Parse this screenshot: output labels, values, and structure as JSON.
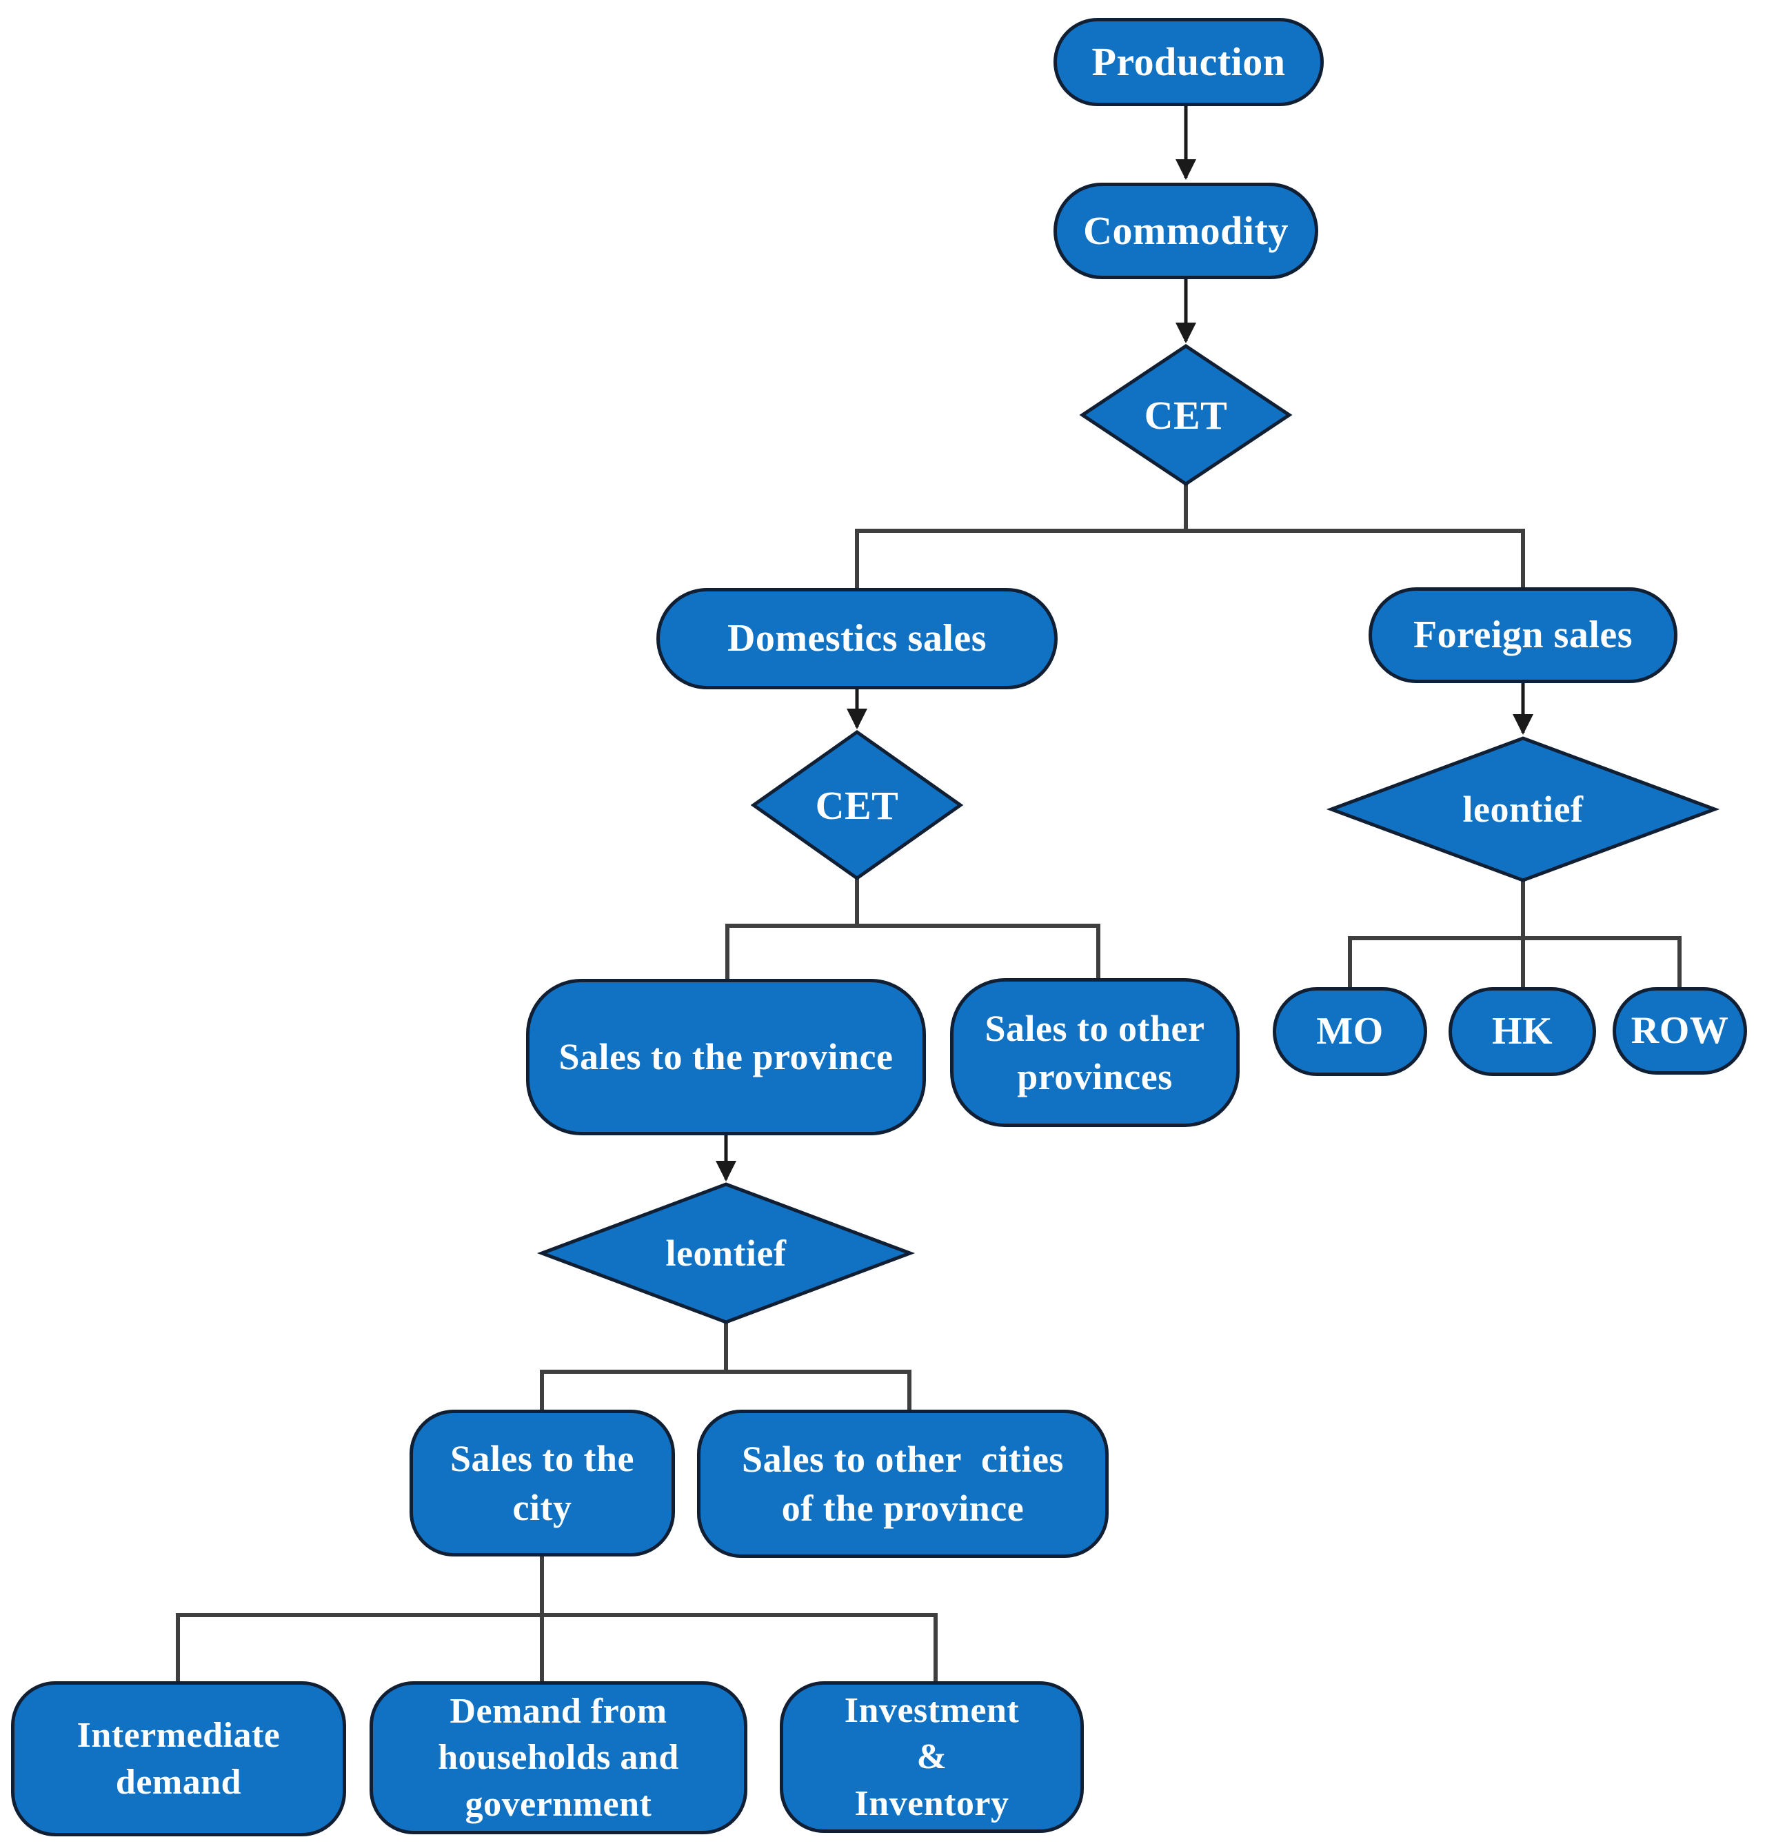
{
  "diagram": {
    "title_implicit": "Commodity sales structure flowchart",
    "nodes": {
      "production": "Production",
      "commodity": "Commodity",
      "cet_top": "CET",
      "domestic_sales": "Domestics sales",
      "foreign_sales": "Foreign sales",
      "cet_domestic": "CET",
      "leontief_foreign": "leontief",
      "sales_province": "Sales to the province",
      "sales_other_provinces": "Sales to other\nprovinces",
      "leontief_province": "leontief",
      "mo": "MO",
      "hk": "HK",
      "row": "ROW",
      "sales_city": "Sales to the\ncity",
      "sales_other_cities": "Sales to other  cities\nof the province",
      "intermediate_demand": "Intermediate\ndemand",
      "households_government": "Demand from\nhouseholds and\ngovernment",
      "investment_inventory": "Investment\n&\nInventory"
    },
    "colors": {
      "node_fill": "#1172c4",
      "node_border": "#101f33",
      "text": "#ffffff",
      "connector": "#3f3f3f",
      "arrow": "#1a1a1a",
      "background": "#ffffff"
    }
  }
}
